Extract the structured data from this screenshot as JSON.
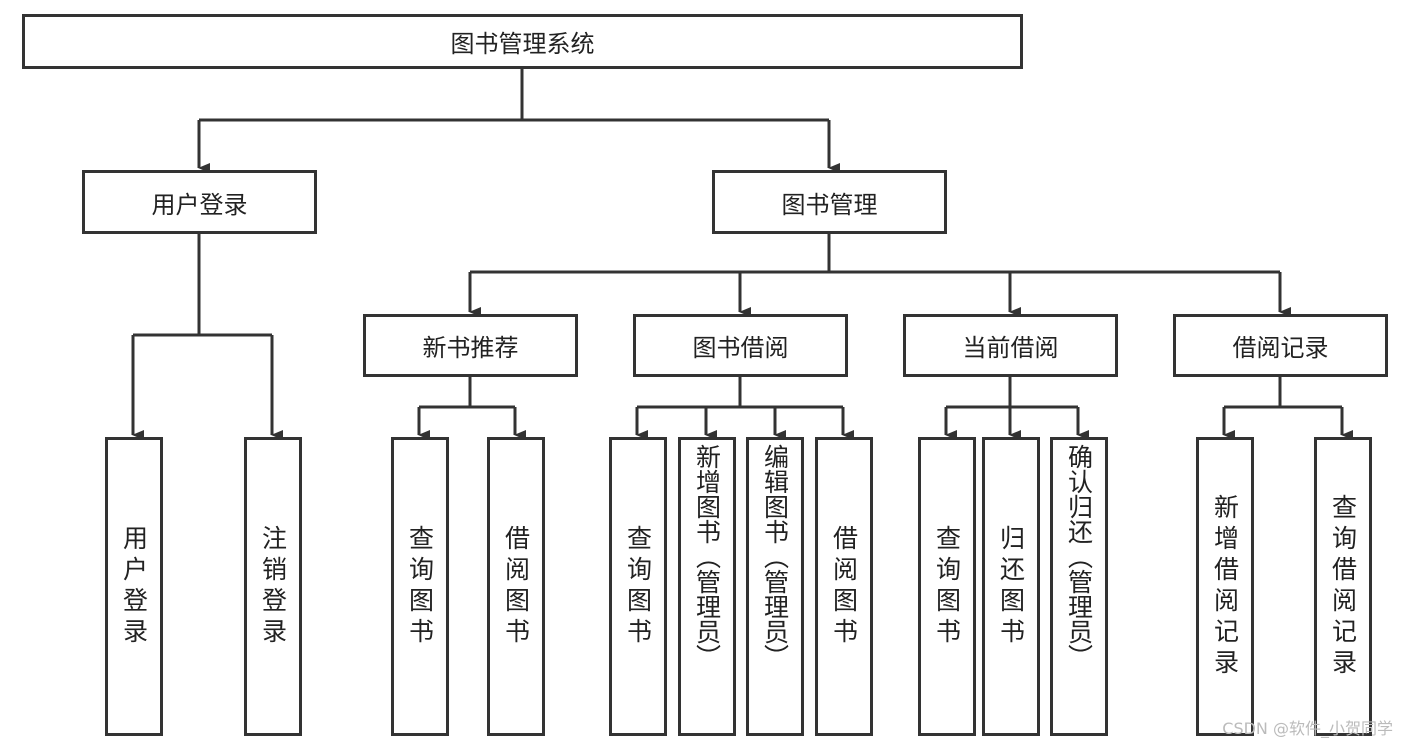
{
  "root": "图书管理系统",
  "level2": [
    "用户登录",
    "图书管理"
  ],
  "level3": [
    "新书推荐",
    "图书借阅",
    "当前借阅",
    "借阅记录"
  ],
  "leaves": {
    "user_login": [
      "用户登录",
      "注销登录"
    ],
    "new_books": [
      "查询图书",
      "借阅图书"
    ],
    "borrow": [
      "查询图书",
      "新增图书（管理员）",
      "编辑图书（管理员）",
      "借阅图书"
    ],
    "current": [
      "查询图书",
      "归还图书",
      "确认归还（管理员）"
    ],
    "records": [
      "新增借阅记录",
      "查询借阅记录"
    ]
  },
  "watermark": "CSDN @软件_小贺同学"
}
